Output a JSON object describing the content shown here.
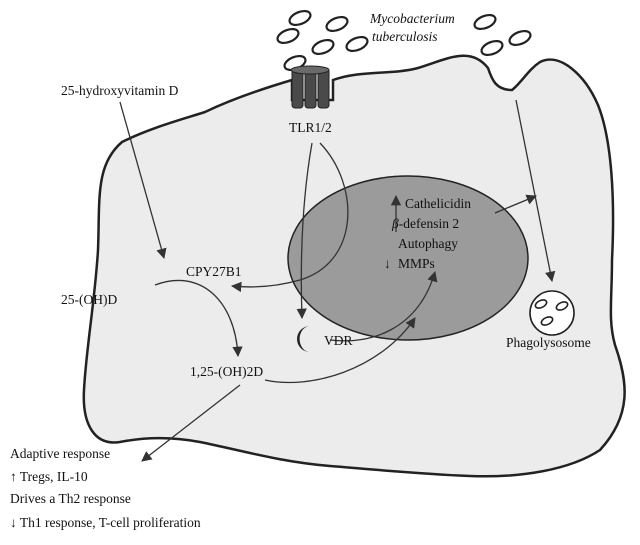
{
  "diagram": {
    "bacterium": {
      "name_line1": "Mycobacterium",
      "name_line2": "tuberculosis"
    },
    "receptor": {
      "label": "TLR1/2"
    },
    "precursor": {
      "label": "25-hydroxyvitamin D"
    },
    "enzyme": {
      "label": "CPY27B1"
    },
    "metabolite": {
      "label": "25-(OH)D"
    },
    "active_form": {
      "label": "1,25-(OH)2D"
    },
    "vdr": {
      "label": "VDR"
    },
    "nucleus_effects": {
      "cathelicidin": "Cathelicidin",
      "beta_prefix": "β",
      "defensin": "-defensin 2",
      "autophagy": "Autophagy",
      "mmps": "MMPs",
      "up_arrow": "↑",
      "down_arrow": "↓"
    },
    "phagolysosome": {
      "label": "Phagolysosome"
    },
    "adaptive": {
      "title": "Adaptive response",
      "line1": "↑ Tregs, IL-10",
      "line2": "Drives a Th2 response",
      "line3": "↓ Th1 response, T-cell proliferation"
    }
  },
  "colors": {
    "cell_fill": "#ececec",
    "nucleus_fill": "#9b9b9b",
    "outline": "#222222",
    "receptor": "#4a4a4a"
  }
}
